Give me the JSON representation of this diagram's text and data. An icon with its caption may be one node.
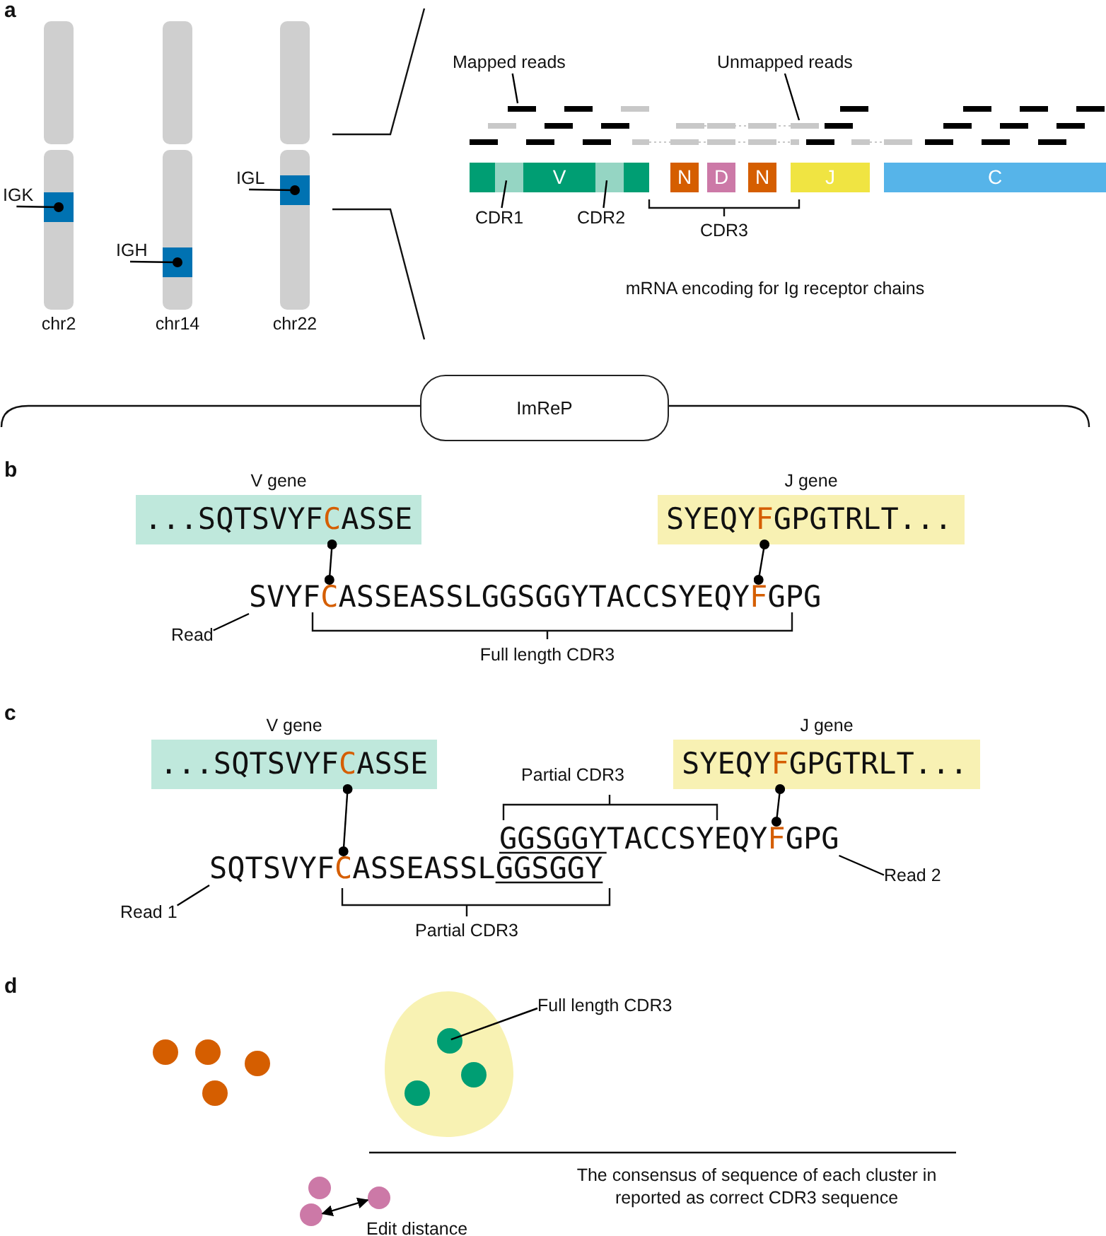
{
  "diagram": {
    "nodes": [
      {
        "text": [
          "chr2"
        ]
      },
      {
        "text": [],
        "shape": "bar",
        "in": 0
      },
      {
        "text": [
          "IGK"
        ]
      },
      {
        "text": [
          "chr14"
        ]
      },
      {
        "text": [],
        "shape": "bar",
        "in": 3
      },
      {
        "text": [
          "IGH"
        ]
      },
      {
        "text": [
          "chr22"
        ]
      },
      {
        "text": [],
        "shape": "bar",
        "in": 6
      },
      {
        "text": [
          "IGL"
        ]
      },
      {
        "text": [
          "V"
        ]
      },
      {
        "text": [],
        "shape": "bar",
        "in": 9
      },
      {
        "text": [],
        "shape": "bar",
        "in": 9
      },
      {
        "text": [
          "CDR1"
        ]
      },
      {
        "text": [
          "CDR2"
        ]
      },
      {
        "text": [
          "N"
        ]
      },
      {
        "text": [
          "D"
        ]
      },
      {
        "text": [
          "N"
        ]
      },
      {
        "text": [
          "J"
        ]
      },
      {
        "text": [
          "C"
        ]
      },
      {
        "text": [
          "Mapped reads"
        ]
      },
      {
        "text": [
          "Unmapped reads"
        ]
      },
      {
        "text": [
          "ImReP"
        ]
      },
      {
        "text": [
          "V gene",
          "...SQTSVYF**C**ASSE"
        ]
      },
      {
        "text": [
          "J gene",
          "SYEQY**F**GPGTRLT..."
        ]
      },
      {
        "text": [
          "SVYF**C**ASSEASSLGGSGGYTACCSYEQY**F**GPG"
        ]
      },
      {
        "text": [
          "Read"
        ]
      },
      {
        "text": [
          "V gene",
          "...SQTSVYF**C**ASSE"
        ]
      },
      {
        "text": [
          "J gene",
          "SYEQY**F**GPGTRLT..."
        ]
      },
      {
        "text": [
          "GGSGGYTACCSYEQY**F**GPG"
        ]
      },
      {
        "text": [
          "SQTSVYF**C**ASSEASSLGGSGGY"
        ]
      },
      {
        "text": [
          "Read 1"
        ]
      },
      {
        "text": [
          "Read 2"
        ]
      },
      {
        "text": [],
        "shape": "blob"
      },
      {
        "text": [],
        "shape": "circle",
        "in": 32
      },
      {
        "text": [],
        "shape": "circle",
        "in": 32
      },
      {
        "text": [],
        "shape": "circle",
        "in": 32
      },
      {
        "text": [
          "Full length CDR3"
        ]
      },
      {
        "text": [],
        "shape": "circle"
      },
      {
        "text": [],
        "shape": "circle"
      }
    ],
    "edges": [
      {
        "from": 2,
        "to": 1,
        "arrow": "other"
      },
      {
        "from": 5,
        "to": 4,
        "arrow": "other"
      },
      {
        "from": 8,
        "to": 7,
        "arrow": "other"
      },
      {
        "from": 12,
        "to": 10,
        "arrow": "none"
      },
      {
        "from": 13,
        "to": 11,
        "arrow": "none"
      },
      {
        "from": 19,
        "to": null,
        "arrow": "none"
      },
      {
        "from": 20,
        "to": null,
        "arrow": "none"
      },
      {
        "from": 22,
        "to": 24,
        "arrow": "other"
      },
      {
        "from": 23,
        "to": 24,
        "arrow": "other"
      },
      {
        "from": 25,
        "to": 24,
        "arrow": "none"
      },
      {
        "from": 26,
        "to": 29,
        "arrow": "other"
      },
      {
        "from": 27,
        "to": 28,
        "arrow": "other"
      },
      {
        "from": 30,
        "to": 29,
        "arrow": "none"
      },
      {
        "from": 31,
        "to": 28,
        "arrow": "none"
      },
      {
        "from": 36,
        "to": 33,
        "arrow": "none"
      },
      {
        "from": 37,
        "to": 38,
        "arrow": "both",
        "label": "Edit distance"
      }
    ],
    "labels": [
      "a",
      "CDR3",
      "mRNA encoding for Ig receptor chains",
      "b",
      "Full length CDR3",
      "c",
      "Partial CDR3",
      "Partial CDR3",
      "d",
      "The consensus of sequence of each cluster in reported as correct CDR3 sequence"
    ]
  }
}
